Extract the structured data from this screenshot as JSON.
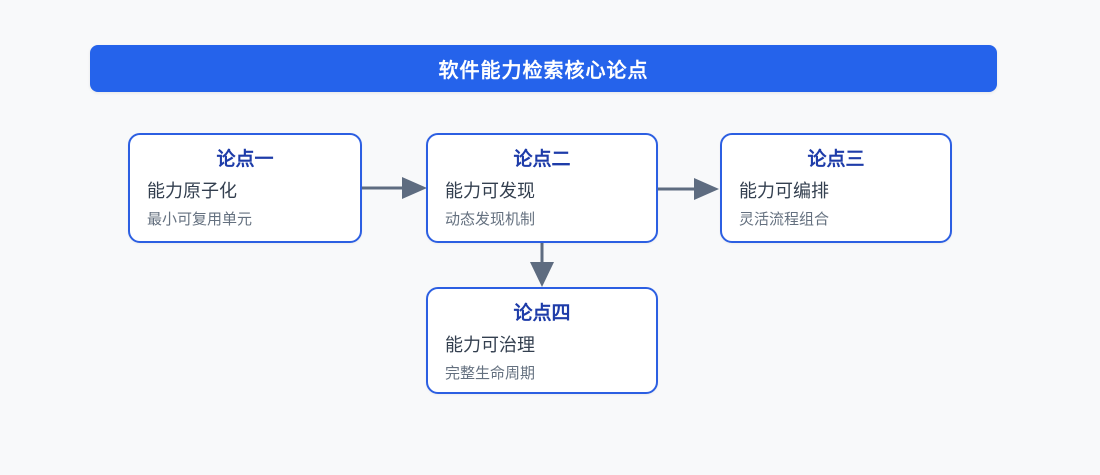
{
  "header": {
    "title": "软件能力检索核心论点",
    "background_color": "#2563eb",
    "text_color": "#ffffff"
  },
  "nodes": [
    {
      "id": "point-1",
      "title": "论点一",
      "body": "能力原子化",
      "subtitle": "最小可复用单元"
    },
    {
      "id": "point-2",
      "title": "论点二",
      "body": "能力可发现",
      "subtitle": "动态发现机制"
    },
    {
      "id": "point-3",
      "title": "论点三",
      "body": "能力可编排",
      "subtitle": "灵活流程组合"
    },
    {
      "id": "point-4",
      "title": "论点四",
      "body": "能力可治理",
      "subtitle": "完整生命周期"
    }
  ],
  "connections": [
    {
      "from": "point-1",
      "to": "point-2",
      "direction": "right"
    },
    {
      "from": "point-2",
      "to": "point-3",
      "direction": "right"
    },
    {
      "from": "point-2",
      "to": "point-4",
      "direction": "down"
    }
  ],
  "colors": {
    "page_background": "#f8f9fa",
    "node_border": "#2c5fe2",
    "node_title": "#1e3ca9",
    "node_body": "#333f4f",
    "node_subtitle": "#64707f",
    "arrow": "#5e6c80"
  }
}
